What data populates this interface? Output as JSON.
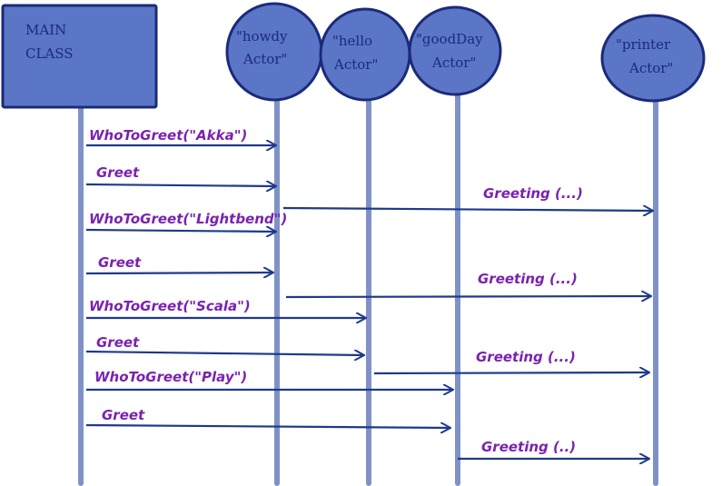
{
  "main": {
    "line1": "MAIN",
    "line2": "CLASS"
  },
  "actors": [
    {
      "line1": "\"howdy",
      "line2": "Actor\""
    },
    {
      "line1": "\"hello",
      "line2": "Actor\""
    },
    {
      "line1": "\"goodDay",
      "line2": "Actor\""
    },
    {
      "line1": "\"printer",
      "line2": "Actor\""
    }
  ],
  "messages": [
    {
      "label": "WhoToGreet(\"Akka\")"
    },
    {
      "label": "Greet"
    },
    {
      "label": "WhoToGreet(\"Lightbend\")"
    },
    {
      "label": "Greet"
    },
    {
      "label": "WhoToGreet(\"Scala\")"
    },
    {
      "label": "Greet"
    },
    {
      "label": "WhoToGreet(\"Play\")"
    },
    {
      "label": "Greet"
    },
    {
      "label": "Greeting (...)"
    },
    {
      "label": "Greeting (...)"
    },
    {
      "label": "Greeting (...)"
    },
    {
      "label": "Greeting (..)"
    }
  ],
  "colors": {
    "actor_fill": "#5b76c6",
    "actor_stroke": "#1b2a7a",
    "arrow": "#1e3a8a",
    "label": "#7a22b0",
    "lifeline": "#7f92c8"
  }
}
